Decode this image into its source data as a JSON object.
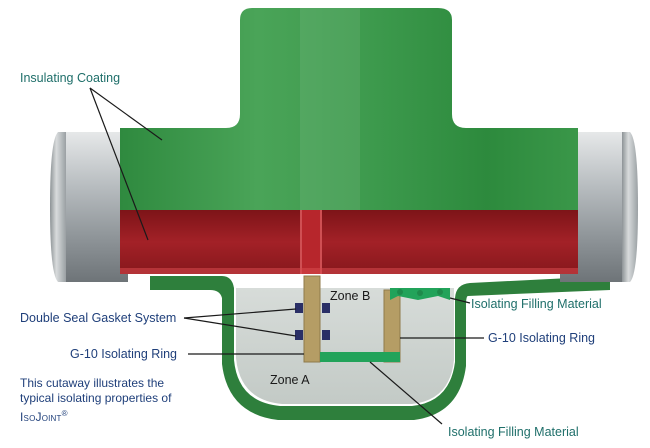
{
  "colors": {
    "label_blue": "#1f3f7a",
    "label_teal": "#1f6f6a",
    "coating_green": "#3f9a4e",
    "pipe_red": "#9e1d22",
    "steel_gray": "#a7acaf",
    "isolating_ring_tan": "#b59d65",
    "filling_green": "#22a35a",
    "gasket_navy": "#2a2f66"
  },
  "labels": {
    "insulating_coating": "Insulating Coating",
    "zone_b": "Zone B",
    "zone_a": "Zone A",
    "filling_top": "Isolating Filling Material",
    "double_seal": "Double Seal Gasket System",
    "ring_right": "G-10 Isolating Ring",
    "ring_left": "G-10 Isolating Ring",
    "filling_bottom": "Isolating Filling Material"
  },
  "caption": {
    "line1": "This cutaway illustrates the",
    "line2": "typical isolating properties of",
    "brand": "IsoJoint",
    "mark": "®"
  }
}
